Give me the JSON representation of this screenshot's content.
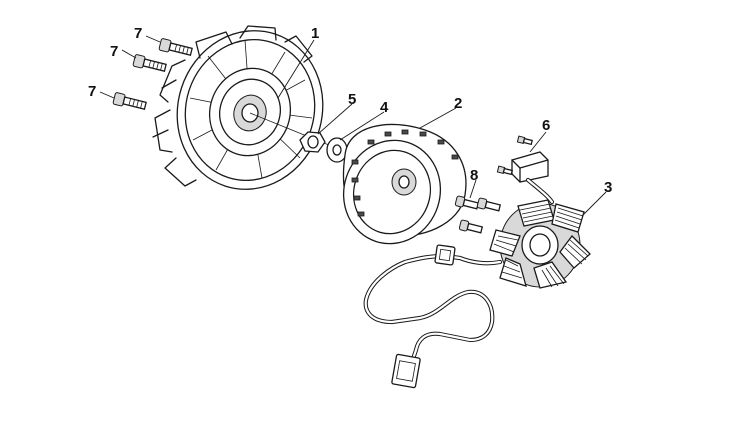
{
  "callouts": {
    "c1": "1",
    "c2": "2",
    "c3": "3",
    "c4": "4",
    "c5": "5",
    "c6": "6",
    "c7a": "7",
    "c7b": "7",
    "c7c": "7",
    "c8": "8"
  }
}
